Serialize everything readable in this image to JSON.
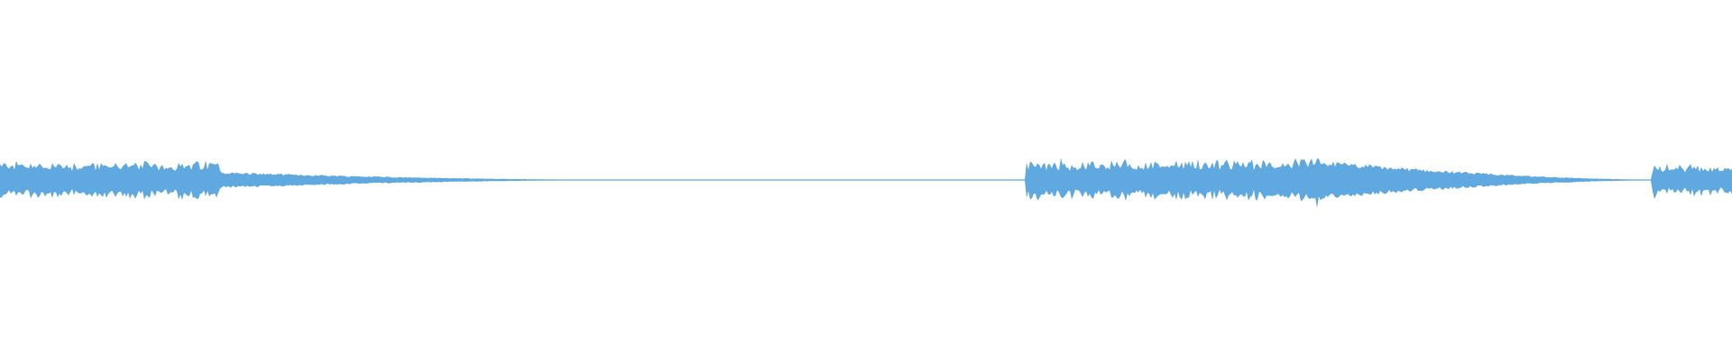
{
  "waveform": {
    "color": "#5fa8e0",
    "segments": [
      {
        "start": 0.0,
        "end": 0.128,
        "shape": "active",
        "level": 0.58
      },
      {
        "start": 0.128,
        "end": 0.34,
        "shape": "decay",
        "level": 0.22
      },
      {
        "start": 0.34,
        "end": 0.592,
        "shape": "silence",
        "level": 0.01
      },
      {
        "start": 0.592,
        "end": 0.76,
        "shape": "active",
        "level": 0.62
      },
      {
        "start": 0.76,
        "end": 0.954,
        "shape": "decay",
        "level": 0.55
      },
      {
        "start": 0.954,
        "end": 1.0,
        "shape": "active",
        "level": 0.5
      }
    ],
    "peaks": [
      {
        "at": 0.013,
        "level": 0.4
      },
      {
        "at": 0.027,
        "level": 0.5
      },
      {
        "at": 0.041,
        "level": 0.45
      },
      {
        "at": 0.056,
        "level": 0.48
      },
      {
        "at": 0.07,
        "level": 0.75
      },
      {
        "at": 0.084,
        "level": 0.55
      },
      {
        "at": 0.098,
        "level": 0.45
      },
      {
        "at": 0.592,
        "level": 0.45
      },
      {
        "at": 0.613,
        "level": 0.7
      },
      {
        "at": 0.63,
        "level": 0.55
      },
      {
        "at": 0.666,
        "level": 0.7
      },
      {
        "at": 0.685,
        "level": 0.65
      },
      {
        "at": 0.705,
        "level": 0.6
      },
      {
        "at": 0.72,
        "level": 0.55
      },
      {
        "at": 0.743,
        "level": 0.68
      },
      {
        "at": 0.76,
        "level": 1.0
      },
      {
        "at": 0.955,
        "level": 0.6
      },
      {
        "at": 0.973,
        "level": 0.5
      }
    ]
  }
}
